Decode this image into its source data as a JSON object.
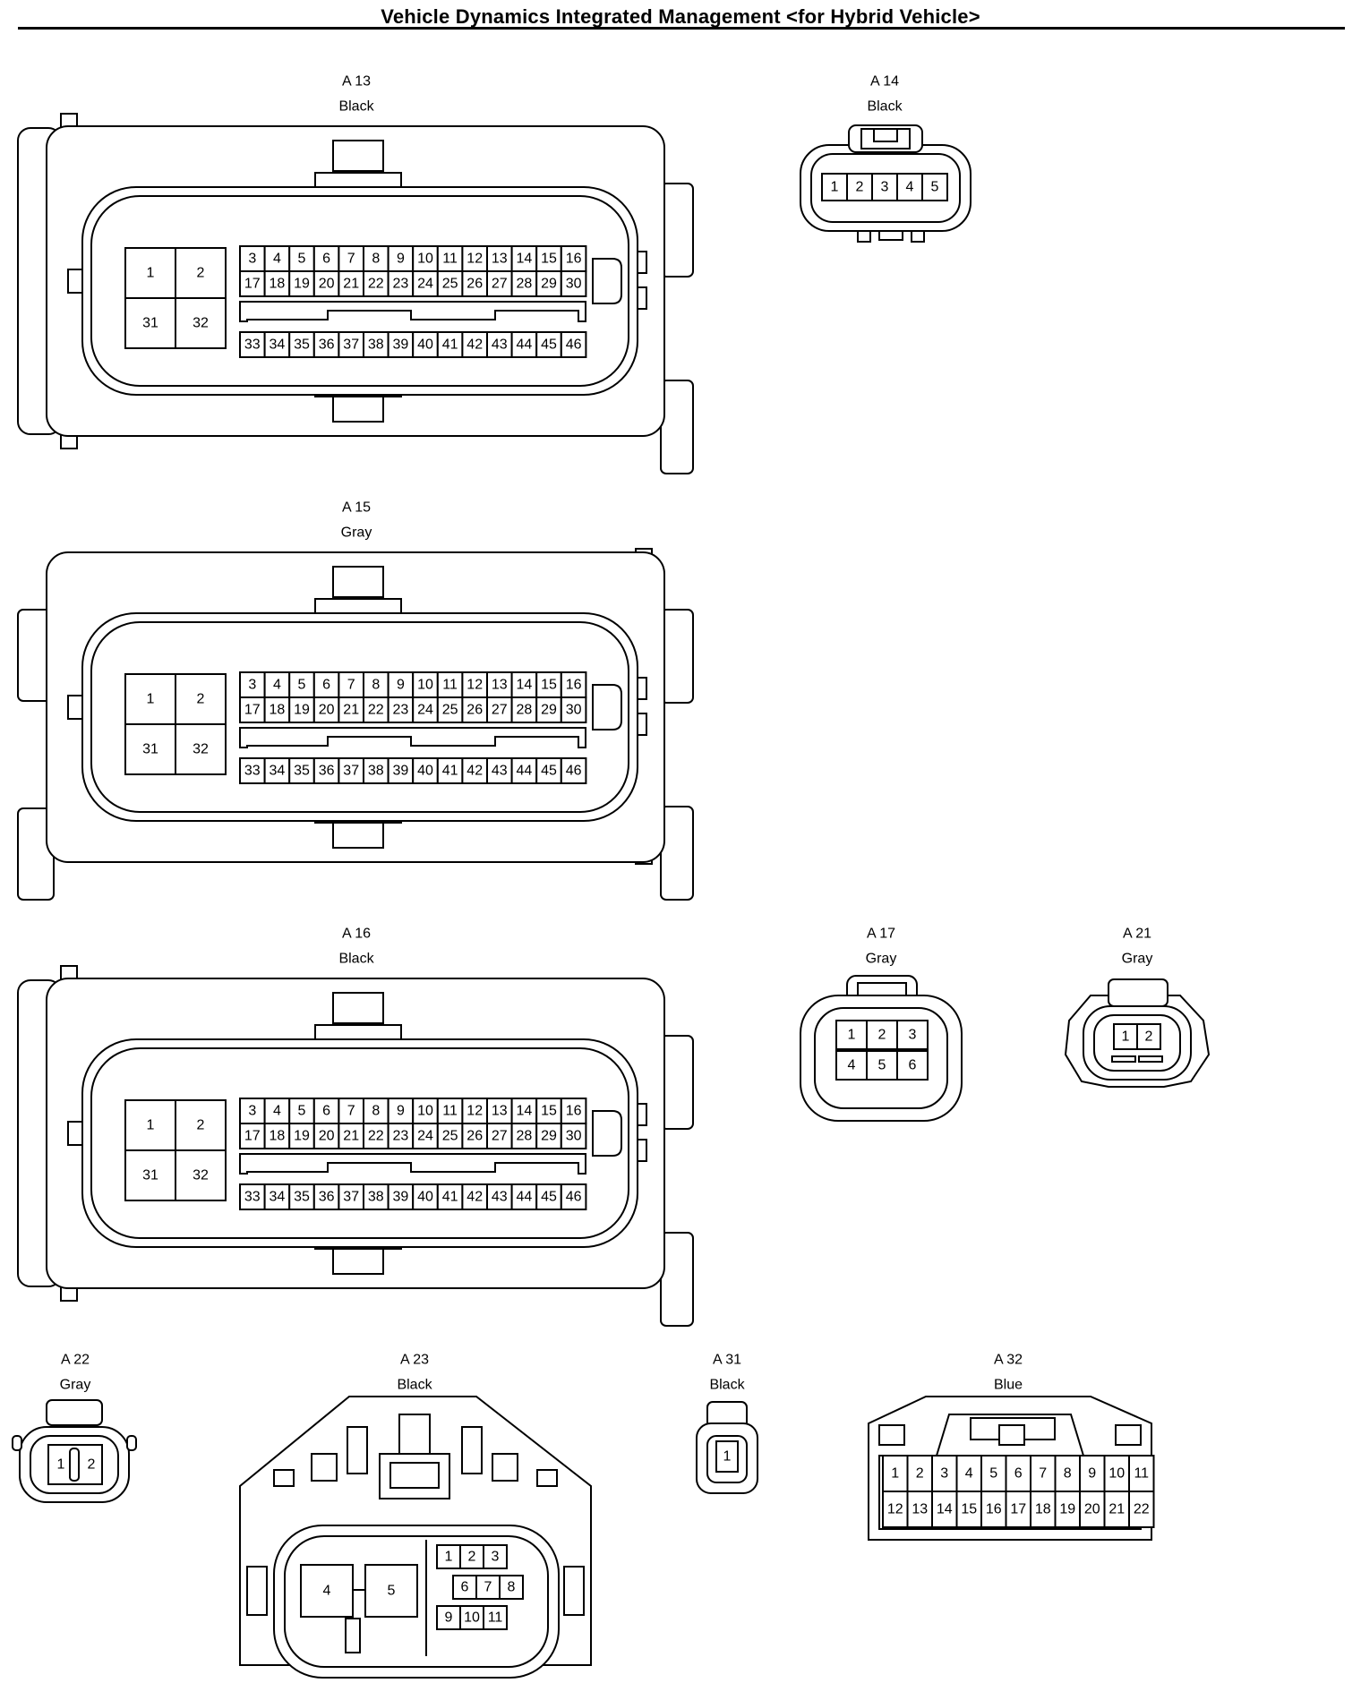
{
  "title": "Vehicle Dynamics Integrated Management <for Hybrid Vehicle>",
  "connectors": [
    {
      "id": "A13",
      "name": "A 13",
      "color": "Black",
      "pins": [
        "1",
        "2",
        "3",
        "4",
        "5",
        "6",
        "7",
        "8",
        "9",
        "10",
        "11",
        "12",
        "13",
        "14",
        "15",
        "16",
        "17",
        "18",
        "19",
        "20",
        "21",
        "22",
        "23",
        "24",
        "25",
        "26",
        "27",
        "28",
        "29",
        "30",
        "31",
        "32",
        "33",
        "34",
        "35",
        "36",
        "37",
        "38",
        "39",
        "40",
        "41",
        "42",
        "43",
        "44",
        "45",
        "46"
      ]
    },
    {
      "id": "A14",
      "name": "A 14",
      "color": "Black",
      "pins": [
        "1",
        "2",
        "3",
        "4",
        "5"
      ]
    },
    {
      "id": "A15",
      "name": "A 15",
      "color": "Gray",
      "pins": [
        "1",
        "2",
        "3",
        "4",
        "5",
        "6",
        "7",
        "8",
        "9",
        "10",
        "11",
        "12",
        "13",
        "14",
        "15",
        "16",
        "17",
        "18",
        "19",
        "20",
        "21",
        "22",
        "23",
        "24",
        "25",
        "26",
        "27",
        "28",
        "29",
        "30",
        "31",
        "32",
        "33",
        "34",
        "35",
        "36",
        "37",
        "38",
        "39",
        "40",
        "41",
        "42",
        "43",
        "44",
        "45",
        "46"
      ]
    },
    {
      "id": "A16",
      "name": "A 16",
      "color": "Black",
      "pins": [
        "1",
        "2",
        "3",
        "4",
        "5",
        "6",
        "7",
        "8",
        "9",
        "10",
        "11",
        "12",
        "13",
        "14",
        "15",
        "16",
        "17",
        "18",
        "19",
        "20",
        "21",
        "22",
        "23",
        "24",
        "25",
        "26",
        "27",
        "28",
        "29",
        "30",
        "31",
        "32",
        "33",
        "34",
        "35",
        "36",
        "37",
        "38",
        "39",
        "40",
        "41",
        "42",
        "43",
        "44",
        "45",
        "46"
      ]
    },
    {
      "id": "A17",
      "name": "A 17",
      "color": "Gray",
      "pins": [
        "1",
        "2",
        "3",
        "4",
        "5",
        "6"
      ]
    },
    {
      "id": "A21",
      "name": "A 21",
      "color": "Gray",
      "pins": [
        "1",
        "2"
      ]
    },
    {
      "id": "A22",
      "name": "A 22",
      "color": "Gray",
      "pins": [
        "1",
        "2"
      ]
    },
    {
      "id": "A23",
      "name": "A 23",
      "color": "Black",
      "pins": [
        "1",
        "2",
        "3",
        "4",
        "5",
        "6",
        "7",
        "8",
        "9",
        "10",
        "11"
      ]
    },
    {
      "id": "A31",
      "name": "A 31",
      "color": "Black",
      "pins": [
        "1"
      ]
    },
    {
      "id": "A32",
      "name": "A 32",
      "color": "Blue",
      "pins": [
        "1",
        "2",
        "3",
        "4",
        "5",
        "6",
        "7",
        "8",
        "9",
        "10",
        "11",
        "12",
        "13",
        "14",
        "15",
        "16",
        "17",
        "18",
        "19",
        "20",
        "21",
        "22"
      ]
    }
  ]
}
